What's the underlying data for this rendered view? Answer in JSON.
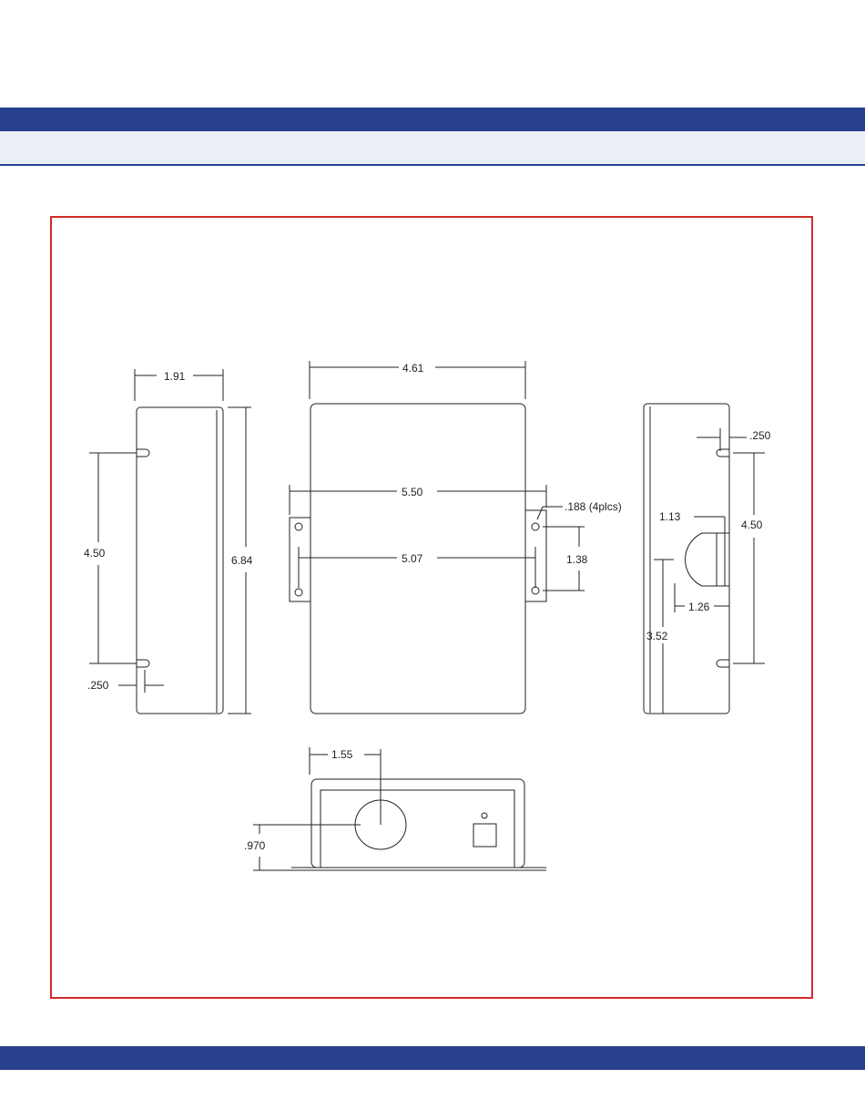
{
  "drawing": {
    "frame_color": "#d12a2a",
    "band_color": "#27418e",
    "band_light_color": "#e9eef7",
    "dimensions": {
      "left_width": "1.91",
      "left_height": "6.84",
      "left_hole_span": "4.50",
      "left_hole_offset": ".250",
      "front_width": "4.61",
      "front_flange_span": "5.50",
      "front_hole_span": "5.07",
      "front_hole_dia": ".188 (4plcs)",
      "front_hole_vert": "1.38",
      "right_hole_offset": ".250",
      "right_hole_span": "4.50",
      "right_cutout_height": "1.13",
      "right_cutout_width": "1.26",
      "right_cutout_base": "3.52",
      "bottom_hole_x": "1.55",
      "bottom_hole_y": ".970"
    }
  }
}
